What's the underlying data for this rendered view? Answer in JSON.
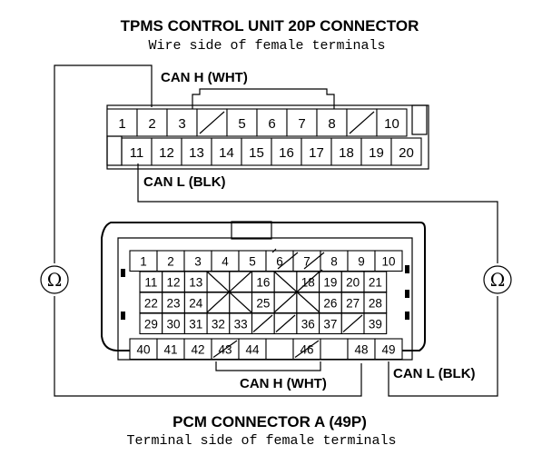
{
  "top_connector": {
    "title": "TPMS CONTROL UNIT 20P CONNECTOR",
    "subtitle": "Wire side of female terminals",
    "row1": [
      "1",
      "2",
      "3",
      "",
      "5",
      "6",
      "7",
      "8",
      "",
      "10"
    ],
    "row2": [
      "11",
      "12",
      "13",
      "14",
      "15",
      "16",
      "17",
      "18",
      "19",
      "20"
    ],
    "can_h_label": "CAN H (WHT)",
    "can_l_label": "CAN L (BLK)"
  },
  "bottom_connector": {
    "title": "PCM CONNECTOR A (49P)",
    "subtitle": "Terminal side of female terminals",
    "row1": [
      "1",
      "2",
      "3",
      "4",
      "5",
      "6",
      "7",
      "8",
      "9",
      "10"
    ],
    "row2": [
      "11",
      "12",
      "13",
      "",
      "",
      "16",
      "",
      "18",
      "19",
      "20",
      "21"
    ],
    "row3": [
      "22",
      "23",
      "24",
      "",
      "",
      "25",
      "",
      "",
      "26",
      "27",
      "28"
    ],
    "row4": [
      "29",
      "30",
      "31",
      "32",
      "33",
      "",
      "",
      "36",
      "37",
      "",
      "39"
    ],
    "row5": [
      "40",
      "41",
      "42",
      "43",
      "44",
      "",
      "46",
      "",
      "48",
      "49"
    ],
    "can_h_label": "CAN H (WHT)",
    "can_l_label": "CAN L (BLK)"
  },
  "meters": {
    "left_symbol": "Ω",
    "right_symbol": "Ω"
  }
}
